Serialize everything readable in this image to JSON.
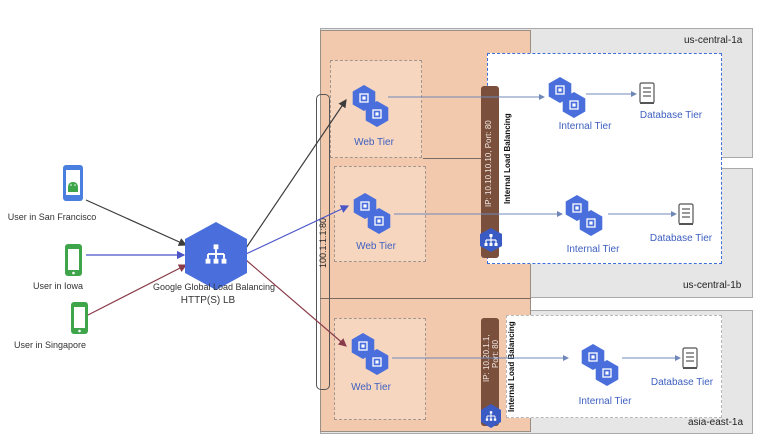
{
  "regions": {
    "us_central_1a": "us-central-1a",
    "us_central_1b": "us-central-1b",
    "asia_east_1a": "asia-east-1a"
  },
  "users": {
    "san_francisco": "User in San Francisco",
    "iowa": "User in Iowa",
    "singapore": "User in Singapore"
  },
  "load_balancer": {
    "name": "Google Global  Load Balancing",
    "type": "HTTP(S) LB",
    "ip": "100.1.1.1:80"
  },
  "web_tier_label": "Web Tier",
  "internal_tier_label": "Internal Tier",
  "database_tier_label": "Database Tier",
  "ilb": {
    "us_ip": "IP: 10.10.10.10, Port: 80",
    "us_label": "Internal Load Balancing",
    "asia_ip_line1": "IP: 10.20.1.1,",
    "asia_ip_line2": "Port: 80",
    "asia_label": "Internal Load Balancing"
  },
  "colors": {
    "gcp_blue": "#4a6fdc",
    "gcp_blue_dark": "#3a5bc4",
    "android_green": "#3ea54a",
    "phone_blue": "#4a7fe0",
    "arrow_dark": "#3c3c3c",
    "arrow_blue": "#4a55c8",
    "arrow_maroon": "#8a3b4a",
    "zone_gray": "#e6e6e6",
    "orange_fill": "#f3c9ad"
  }
}
